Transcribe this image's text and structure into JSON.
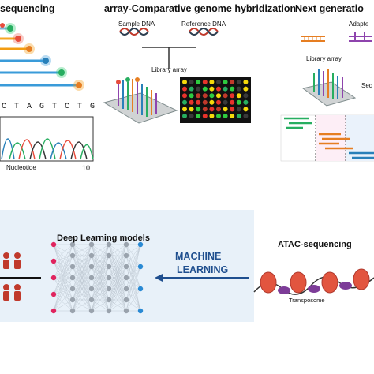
{
  "panel1": {
    "title": "sequencing",
    "sequence": "C T A G T C T G",
    "xlabel": "Nucleotide",
    "tick": "10"
  },
  "panel2": {
    "title": "array-Comparative genome hybridization",
    "sample_label": "Sample DNA",
    "reference_label": "Reference DNA",
    "library_label": "Library array"
  },
  "panel3": {
    "title": "Next generatio",
    "adapter_label": "Adapte",
    "library_label": "Library array",
    "seq_label": "Seq"
  },
  "panel4": {
    "title": "Deep Learning models",
    "ml_line1": "MACHINE",
    "ml_line2": "LEARNING"
  },
  "panel5": {
    "title": "ATAC-sequencing",
    "transposome_label": "Transposome"
  },
  "colors": {
    "ml_blue": "#1f4f8f",
    "panel_bg": "#e8f1f9",
    "node_red": "#e0245e",
    "node_blue": "#2a8ad4",
    "node_gray": "#9aa3ad",
    "peak_green": "#2ca02c",
    "peak_blue": "#1f77b4",
    "peak_red": "#d62728",
    "peak_orange": "#ff7f0e",
    "peak_purple": "#9467bd"
  },
  "icons": [
    "dna-helix-icon",
    "microarray-slide-icon",
    "heatmap-grid-icon",
    "person-icon",
    "nucleosome-icon",
    "transposome-icon",
    "arrow-left-icon"
  ]
}
